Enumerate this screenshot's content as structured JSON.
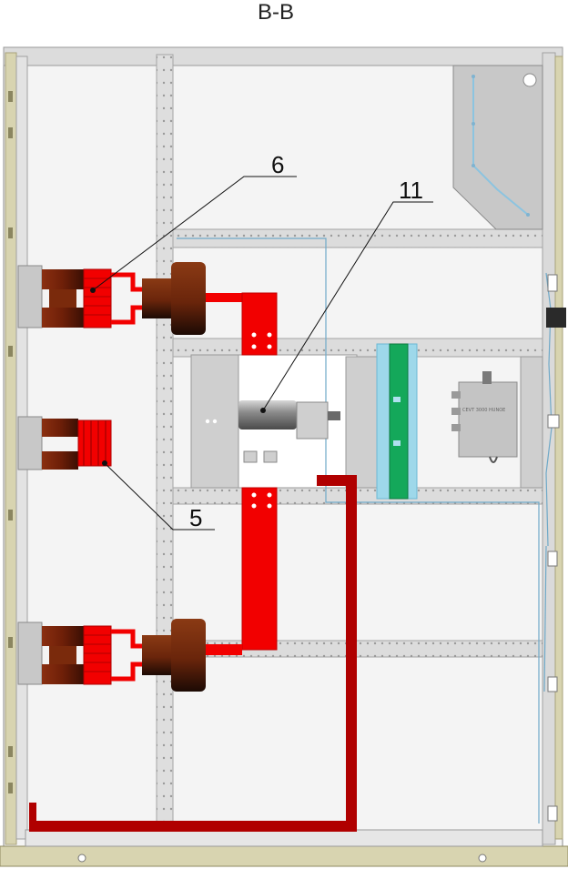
{
  "view_title": "B-B",
  "callouts": [
    {
      "id": "callout-6",
      "label": "6"
    },
    {
      "id": "callout-11",
      "label": "11"
    },
    {
      "id": "callout-5",
      "label": "5"
    }
  ],
  "device_label": "CEVT 3000 HUNOE",
  "colors": {
    "frame": "#d9d9d9",
    "frame_dark": "#b5b5b5",
    "busbar_red": "#f20000",
    "earth_bar": "#b00000",
    "insulator_brown": "#7a2f10",
    "bushing_dark": "#4a1a08",
    "green_bar": "#14a85a",
    "cyan_panel": "#9ed8ea",
    "base_olive": "#d8d4b0"
  }
}
